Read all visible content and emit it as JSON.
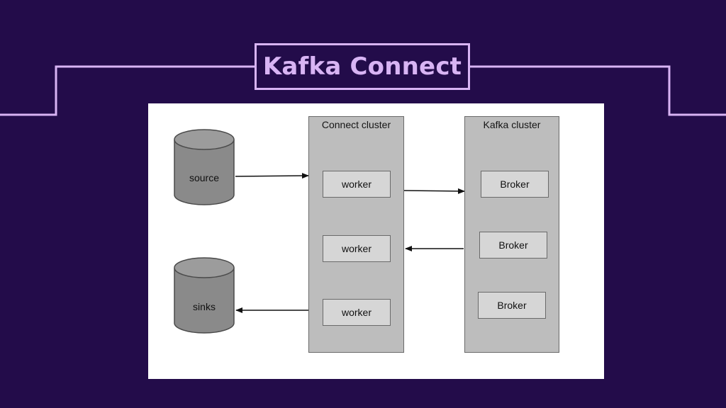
{
  "title": "Kafka Connect",
  "colors": {
    "background": "#230c4a",
    "accent": "#d8b4f4"
  },
  "diagram": {
    "source": {
      "label": "source"
    },
    "sinks": {
      "label": "sinks"
    },
    "connect_cluster": {
      "label": "Connect cluster",
      "workers": [
        "worker",
        "worker",
        "worker"
      ]
    },
    "kafka_cluster": {
      "label": "Kafka cluster",
      "brokers": [
        "Broker",
        "Broker",
        "Broker"
      ]
    }
  }
}
